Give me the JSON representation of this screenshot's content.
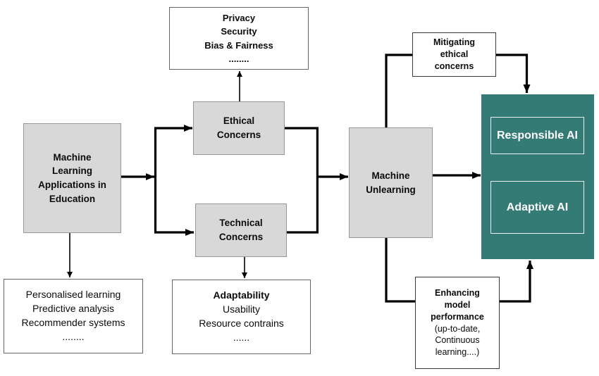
{
  "diagram": {
    "nodes": {
      "ml_applications": "Machine\nLearning\nApplications in\nEducation",
      "ethical_concerns": "Ethical\nConcerns",
      "technical_concerns": "Technical\nConcerns",
      "machine_unlearning": "Machine\nUnlearning"
    },
    "notes": {
      "ethical_examples": "Privacy\nSecurity\nBias & Fairness\n........",
      "application_examples": "Personalised learning\nPredictive analysis\nRecommender systems\n........",
      "technical_examples_title": "Adaptability",
      "technical_examples_body": "Usability\nResource contrains\n......",
      "mitigating": "Mitigating\nethical\nconcerns",
      "enhancing_title": "Enhancing\nmodel\nperformance",
      "enhancing_body": "(up-to-date,\nContinuous\nlearning....)"
    },
    "outcomes": {
      "responsible_ai": "Responsible AI",
      "adaptive_ai": "Adaptive AI"
    },
    "colors": {
      "box_gray": "#d8d8d8",
      "box_gray_border": "#979797",
      "teal": "#347a75",
      "line": "#000000"
    }
  }
}
